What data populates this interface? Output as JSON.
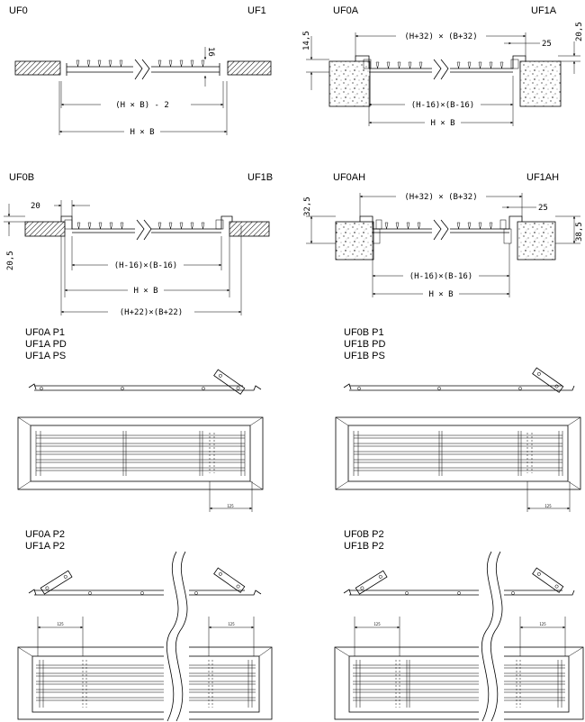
{
  "panels": {
    "uf0": "UF0",
    "uf1": "UF1",
    "uf0a": "UF0A",
    "uf1a": "UF1A",
    "uf0b": "UF0B",
    "uf1b": "UF1B",
    "uf0ah": "UF0AH",
    "uf1ah": "UF1AH"
  },
  "dimensions": {
    "d16": "16",
    "hb_minus2": "(H × B) - 2",
    "hb": "H × B",
    "d14_5": "14,5",
    "h32b32": "(H+32) × (B+32)",
    "d25": "25",
    "d20_5": "20,5",
    "h16b16": "(H-16)×(B-16)",
    "d20": "20",
    "h22b22": "(H+22)×(B+22)",
    "d32_5": "32,5",
    "d38_5": "38,5",
    "d125": "125"
  },
  "variants": {
    "p1_left": [
      "UF0A P1",
      "UF1A PD",
      "UF1A PS"
    ],
    "p1_right": [
      "UF0B P1",
      "UF1B PD",
      "UF1B PS"
    ],
    "p2_left": [
      "UF0A P2",
      "UF1A P2"
    ],
    "p2_right": [
      "UF0B P2",
      "UF1B P2"
    ]
  },
  "colors": {
    "line": "#000000",
    "hatch": "#000000",
    "background": "#ffffff"
  }
}
